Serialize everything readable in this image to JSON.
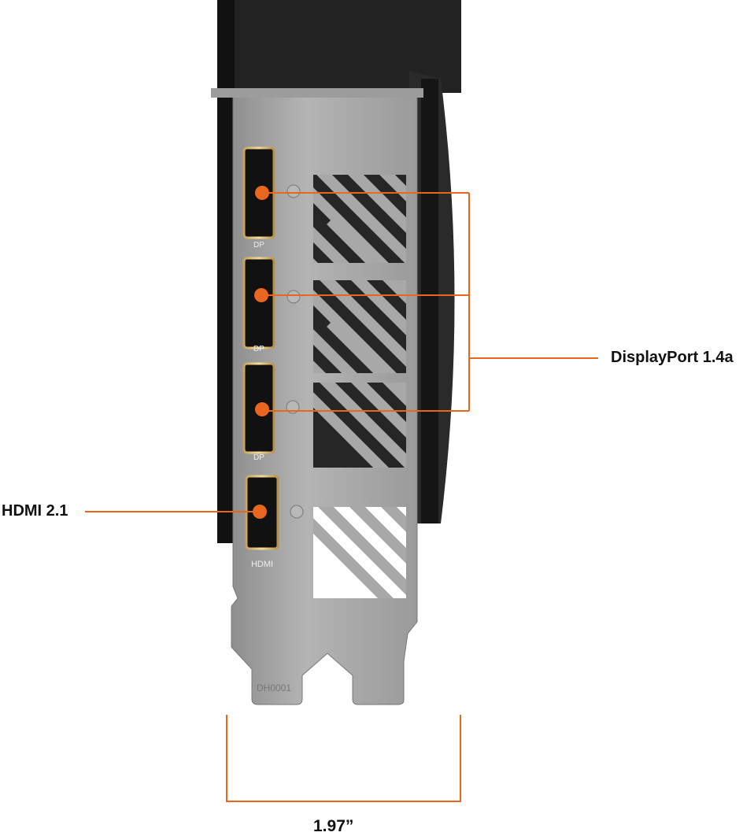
{
  "callouts": {
    "displayport": "DisplayPort 1.4a",
    "hdmi": "HDMI 2.1"
  },
  "dimension": {
    "width_label": "1.97”"
  },
  "bracket": {
    "port_labels": [
      "DP",
      "DP",
      "DP",
      "HDMI"
    ],
    "part_code": "DH0001"
  },
  "colors": {
    "accent": "#e8661e",
    "bracket": "#a9a9a9",
    "card": "#1c1c1c"
  }
}
